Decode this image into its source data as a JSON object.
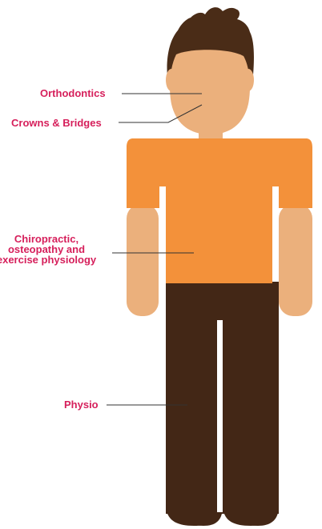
{
  "labels": {
    "orthodontics": "Orthodontics",
    "crowns_bridges": "Crowns & Bridges",
    "chiropractic": {
      "line1": "Chiropractic,",
      "line2": "osteopathy and",
      "line3": "exercise physiology"
    },
    "physio": "Physio"
  },
  "colors": {
    "label_text": "#d61f5b",
    "hair": "#4a2c17",
    "skin": "#ebb07c",
    "shirt": "#f3913a",
    "pants": "#432716",
    "leader_line": "#333333"
  }
}
